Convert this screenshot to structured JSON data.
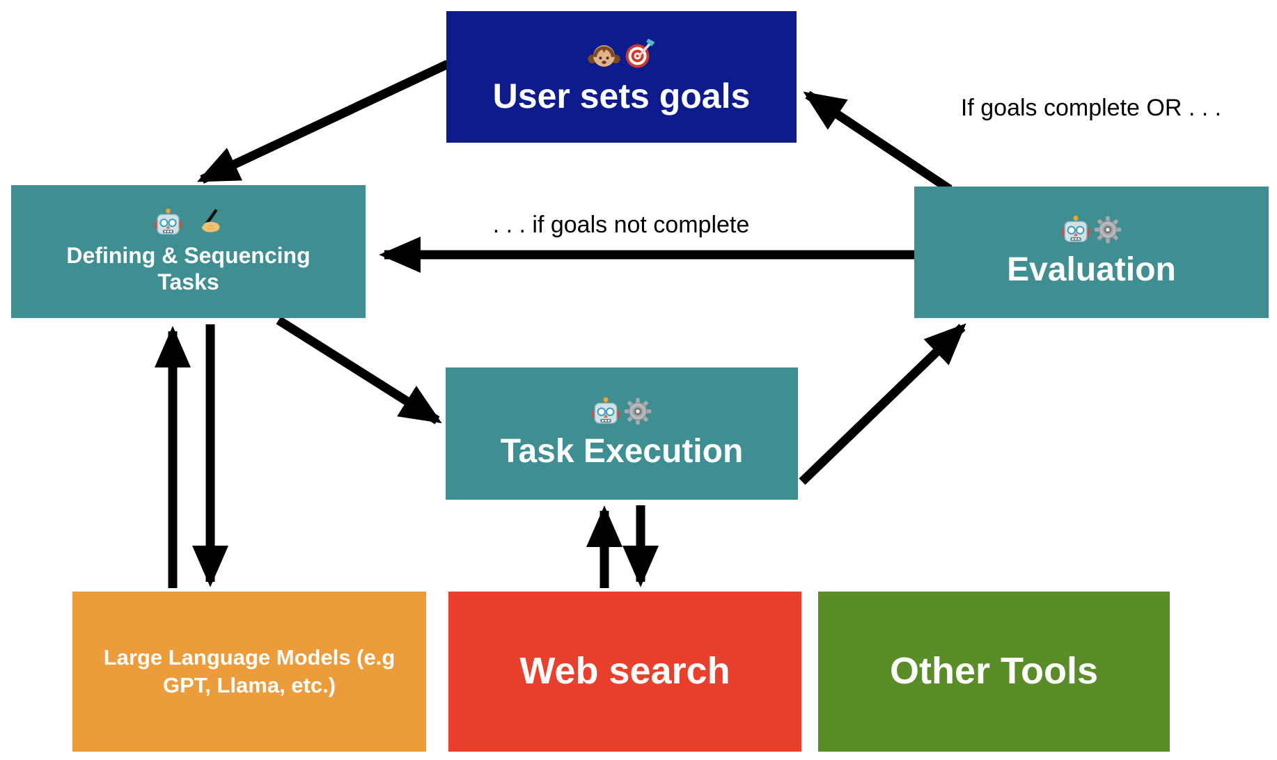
{
  "colors": {
    "navy": "#0D1B8D",
    "teal": "#3F8E91",
    "orange": "#ED9C3C",
    "red": "#E8402C",
    "green": "#5A8C28",
    "arrow": "#000000",
    "box_text": "#FFFFFF",
    "edge_label_text": "#000000"
  },
  "nodes": {
    "user_goals": {
      "label": "User sets goals",
      "icons": [
        "girl-icon",
        "target-icon"
      ]
    },
    "defining": {
      "line1": "Defining & Sequencing",
      "line2": "Tasks",
      "icons": [
        "robot-icon",
        "writing-hand-icon"
      ]
    },
    "evaluation": {
      "label": "Evaluation",
      "icons": [
        "robot-icon",
        "gear-icon"
      ]
    },
    "task_execution": {
      "label": "Task Execution",
      "icons": [
        "robot-icon",
        "gear-icon"
      ]
    },
    "llm": {
      "line1": "Large Language Models (e.g",
      "line2": "GPT, Llama, etc.)"
    },
    "web_search": {
      "label": "Web search"
    },
    "other_tools": {
      "label": "Other Tools"
    }
  },
  "edge_labels": {
    "goals_complete": "If goals complete OR . . .",
    "goals_not_complete": ". . . if goals not complete"
  }
}
